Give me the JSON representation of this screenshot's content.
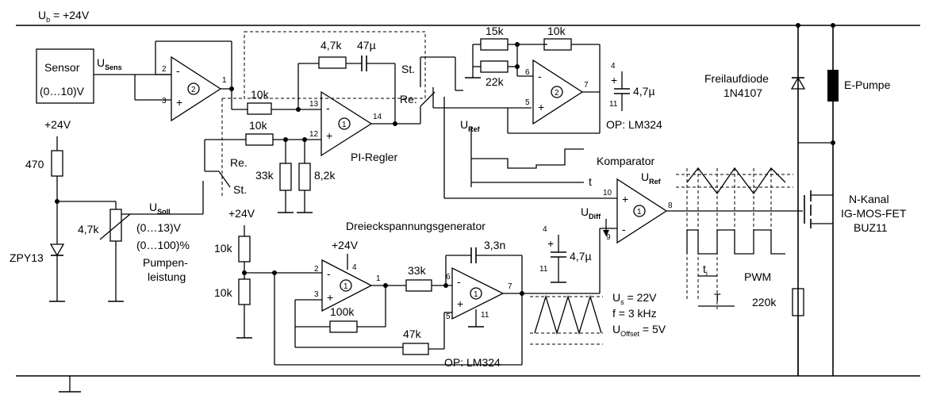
{
  "supply": {
    "ub_label": "U",
    "ub_sub": "b",
    "ub_value": " = +24V"
  },
  "sensor": {
    "name": "Sensor",
    "range": "(0…10)V",
    "signal": "U",
    "signal_sub": "Sens"
  },
  "setpoint": {
    "v24": "+24V",
    "r470": "470",
    "zener": "ZPY13",
    "pot": "4,7k",
    "signal": "U",
    "signal_sub": "Soll",
    "range_v": "(0…13)V",
    "range_pct": "(0…100)%",
    "caption_1": "Pumpen-",
    "caption_2": "leistung"
  },
  "opamp_sensor": {
    "number": "2",
    "pin_inv": "2",
    "pin_noninv": "3",
    "pin_out": "1",
    "sign_minus": "-",
    "sign_plus": "+"
  },
  "pi_controller": {
    "r_feedback": "4,7k",
    "c_feedback": "47µ",
    "r_in1": "10k",
    "r_in2": "10k",
    "r_33k": "33k",
    "r_8k2": "8,2k",
    "number": "1",
    "pin_inv": "13",
    "pin_noninv": "12",
    "pin_out": "14",
    "title": "PI-Regler",
    "switch_st": "St.",
    "switch_re": "Re."
  },
  "amplifier": {
    "r15k": "15k",
    "r22k": "22k",
    "r10k": "10k",
    "number": "2",
    "pin_inv": "6",
    "pin_noninv": "5",
    "pin_out": "7",
    "switch_st": "St.",
    "switch_re": "Re."
  },
  "decoupling_1": {
    "pin4": "4",
    "pin11": "11",
    "plus": "+",
    "cap": "4,7µ",
    "op": "OP: LM324"
  },
  "reference_graph": {
    "label": "U",
    "label_sub": "Ref",
    "t": "t"
  },
  "comparator": {
    "title": "Komparator",
    "pin_noninv": "10",
    "pin_inv": "9",
    "pin_out": "8",
    "number": "1",
    "udiff": "U",
    "udiff_sub": "Diff",
    "uref": "U",
    "uref_sub": "Ref"
  },
  "mosfet": {
    "type_1": "N-Kanal",
    "type_2": "IG-MOS-FET",
    "part": "BUZ11",
    "diode_1": "Freilaufdiode",
    "diode_2": "1N4107",
    "pump": "E-Pumpe",
    "r_pull": "220k"
  },
  "pwm": {
    "title": "PWM",
    "ti": "t",
    "ti_sub": "i",
    "period": "T"
  },
  "triangle_generator": {
    "title": "Dreieckspannungsgenerator",
    "v24": "+24V",
    "v24_b": "+24V",
    "r_div1": "10k",
    "r_div2": "10k",
    "r33k": "33k",
    "r100k": "100k",
    "r47k": "47k",
    "cap": "3,3n",
    "op1_number": "1",
    "op2_number": "1",
    "op1_pin_inv": "2",
    "op1_pin_noninv": "3",
    "op1_pin_vcc": "4",
    "op1_pin_out": "1",
    "op2_pin_inv": "6",
    "op2_pin_noninv": "5",
    "op2_pin_out": "7",
    "op2_pin_gnd": "11",
    "op": "OP: LM324"
  },
  "decoupling_2": {
    "pin4": "4",
    "pin11": "11",
    "plus": "+",
    "cap": "4,7µ"
  },
  "signal_params": {
    "us": "U",
    "us_sub": "s",
    "us_value": " = 22V",
    "f": "f = 3 kHz",
    "uoffset": "U",
    "uoffset_sub": "Offset",
    "uoffset_value": " = 5V"
  }
}
